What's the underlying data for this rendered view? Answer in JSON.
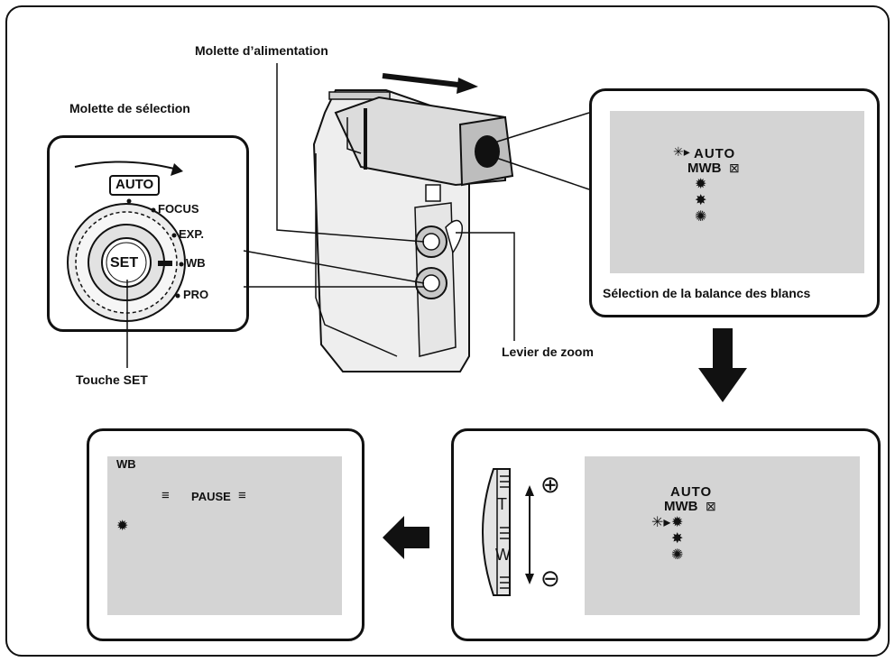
{
  "labels": {
    "power_dial": "Molette d’alimentation",
    "select_dial": "Molette de sélection",
    "set_button": "Touche SET",
    "zoom_lever": "Levier de zoom",
    "wb_selection": "Sélection de la balance des blancs"
  },
  "dial": {
    "set_text": "SET",
    "positions": [
      "AUTO",
      "FOCUS",
      "EXP.",
      "WB",
      "PRO"
    ]
  },
  "menu_top": {
    "items": [
      "AUTO",
      "MWB"
    ],
    "icons": [
      "cursor-icon",
      "sun-icon",
      "tungsten-icon",
      "fluorescent-icon",
      "cloud-icon"
    ]
  },
  "menu_bottom_right": {
    "items": [
      "AUTO",
      "MWB"
    ],
    "zoom_letters": [
      "T",
      "W"
    ],
    "symbols": [
      "⊕",
      "⊖"
    ]
  },
  "menu_bottom_left": {
    "header": "WB",
    "pause": "PAUSE"
  }
}
